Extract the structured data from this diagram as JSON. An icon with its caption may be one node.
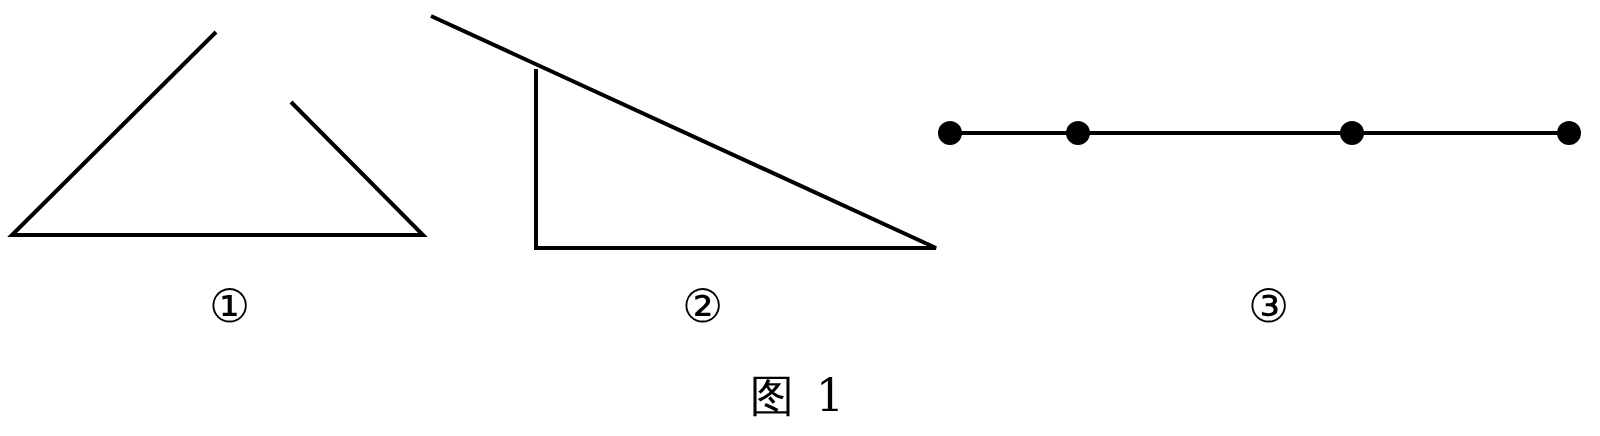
{
  "diagram": {
    "caption": "图 1",
    "labels": [
      "①",
      "②",
      "③"
    ]
  }
}
